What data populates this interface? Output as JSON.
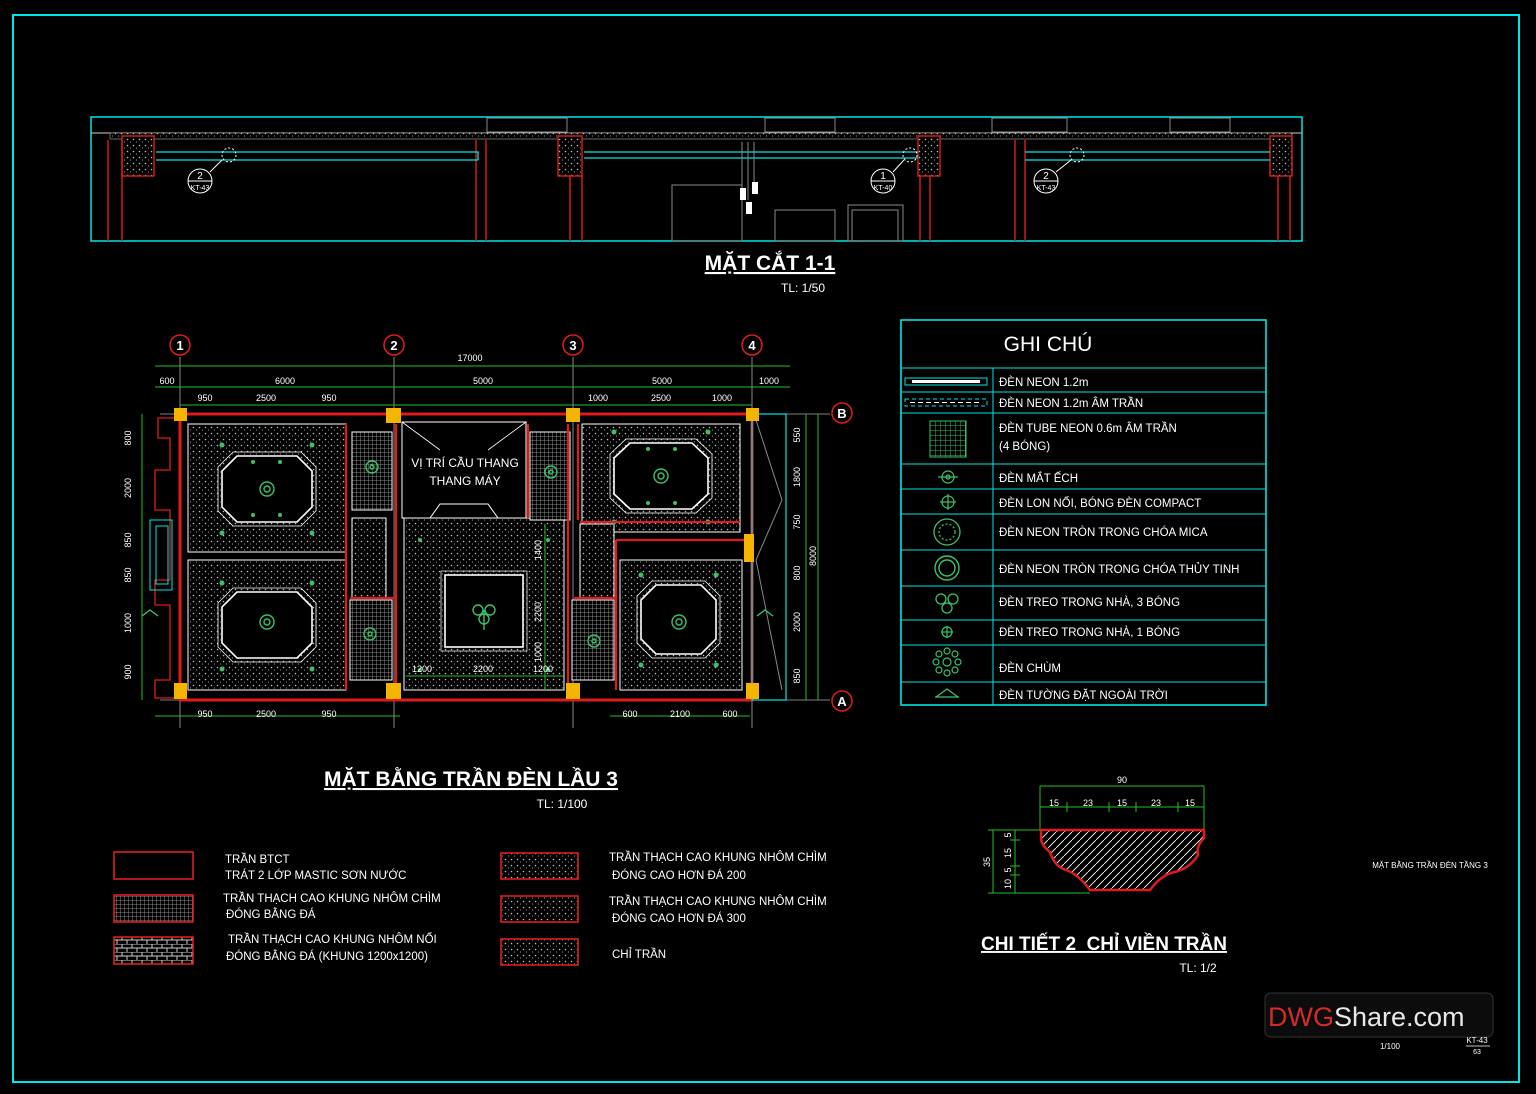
{
  "section": {
    "title": "MẶT CẮT 1-1",
    "scale": "TL: 1/50",
    "tags": [
      {
        "num": "2",
        "ref": "KT-43"
      },
      {
        "num": "1",
        "ref": "KT-40"
      },
      {
        "num": "2",
        "ref": "KT-43"
      }
    ]
  },
  "plan": {
    "title": "MẶT BẰNG TRẦN ĐÈN LẦU 3",
    "scale": "TL: 1/100",
    "axes_numbers": [
      "1",
      "2",
      "3",
      "4"
    ],
    "axes_letters": [
      "B",
      "A"
    ],
    "dim_total": "17000",
    "dims_top_1": [
      "600",
      "6000",
      "5000",
      "5000",
      "1000"
    ],
    "dims_top_2": [
      "950",
      "2500",
      "950",
      "1000",
      "2500",
      "1000"
    ],
    "dims_bottom_left": [
      "950",
      "2500",
      "950"
    ],
    "dims_bottom_right": [
      "600",
      "2100",
      "600"
    ],
    "dims_left": [
      "800",
      "2000",
      "850",
      "850",
      "1000",
      "900"
    ],
    "dims_right": [
      "550",
      "1800",
      "750",
      "800",
      "2000",
      "850"
    ],
    "dim_right_total": "8000",
    "center_dims": [
      "1400",
      "2200",
      "1000",
      "1200",
      "2200",
      "1200"
    ],
    "stair_label_1": "VỊ TRÍ CẦU THANG",
    "stair_label_2": "THANG MÁY"
  },
  "legend": {
    "title": "GHI CHÚ",
    "rows": [
      {
        "icon": "neon-tube-icon",
        "label": "ĐÈN NEON 1.2m"
      },
      {
        "icon": "recessed-neon-icon",
        "label": "ĐÈN NEON 1.2m ÂM TRẦN"
      },
      {
        "icon": "tube-grid-icon",
        "label": "ĐÈN TUBE NEON 0.6m ÂM TRẦN",
        "label2": "(4 BÓNG)"
      },
      {
        "icon": "frog-eye-light-icon",
        "label": "ĐÈN MẮT ẾCH"
      },
      {
        "icon": "compact-light-icon",
        "label": "ĐÈN LON NỔI, BÓNG ĐÈN COMPACT"
      },
      {
        "icon": "mica-round-light-icon",
        "label": "ĐÈN NEON TRÒN TRONG CHÓA MICA"
      },
      {
        "icon": "glass-round-light-icon",
        "label": "ĐÈN NEON TRÒN TRONG CHÓA THỦY TINH"
      },
      {
        "icon": "pendant-3-bulb-icon",
        "label": "ĐÈN TREO TRONG NHÀ, 3 BÓNG"
      },
      {
        "icon": "pendant-1-bulb-icon",
        "label": "ĐÈN TREO TRONG NHÀ, 1 BÓNG"
      },
      {
        "icon": "chandelier-icon",
        "label": "ĐÈN CHÙM"
      },
      {
        "icon": "outdoor-wall-light-icon",
        "label": "ĐÈN TƯỜNG ĐẶT NGOÀI TRỜI"
      }
    ]
  },
  "materials": [
    {
      "pattern": "blank",
      "line1": "TRẦN BTCT",
      "line2": "TRÁT 2 LỚP MASTIC SƠN NƯỚC"
    },
    {
      "pattern": "grid",
      "line1": "TRẦN THẠCH CAO KHUNG NHÔM CHÌM",
      "line2": "ĐÓNG BẰNG ĐÁ"
    },
    {
      "pattern": "brick",
      "line1": "TRẦN THẠCH CAO KHUNG NHÔM NỔI",
      "line2": "ĐÓNG BẰNG ĐÁ  (KHUNG 1200x1200)"
    },
    {
      "pattern": "dots",
      "line1": "TRẦN THẠCH CAO KHUNG NHÔM CHÌM",
      "line2": "ĐÓNG CAO HƠN ĐÁ 200"
    },
    {
      "pattern": "dots",
      "line1": "TRẦN THẠCH CAO KHUNG NHÔM CHÌM",
      "line2": "ĐÓNG CAO HƠN ĐÁ 300"
    },
    {
      "pattern": "dots",
      "line1": "CHỈ TRẦN",
      "line2": ""
    }
  ],
  "detail": {
    "title": "CHI TIẾT 2_CHỈ VIỀN TRẦN",
    "scale": "TL: 1/2",
    "dim_total": "90",
    "dims_top": [
      "15",
      "23",
      "15",
      "23",
      "15"
    ],
    "dim_height": "35",
    "dims_side": [
      "5",
      "15",
      "5",
      "10"
    ]
  },
  "watermark": {
    "part1": "DWG",
    "part2": "Share.com"
  },
  "titleblock": {
    "sheet_name": "MẶT BẰNG TRẦN ĐÈN TẦNG 3",
    "scale": "1/100",
    "code": "KT-43",
    "page": "63"
  },
  "colors": {
    "frame": "#00e5e5",
    "wall": "#e01b1b",
    "column": "#f5b400",
    "dim": "#22c022",
    "text": "#ffffff",
    "watermark_red": "#d42a2a",
    "watermark_white": "#e8e8e8"
  }
}
